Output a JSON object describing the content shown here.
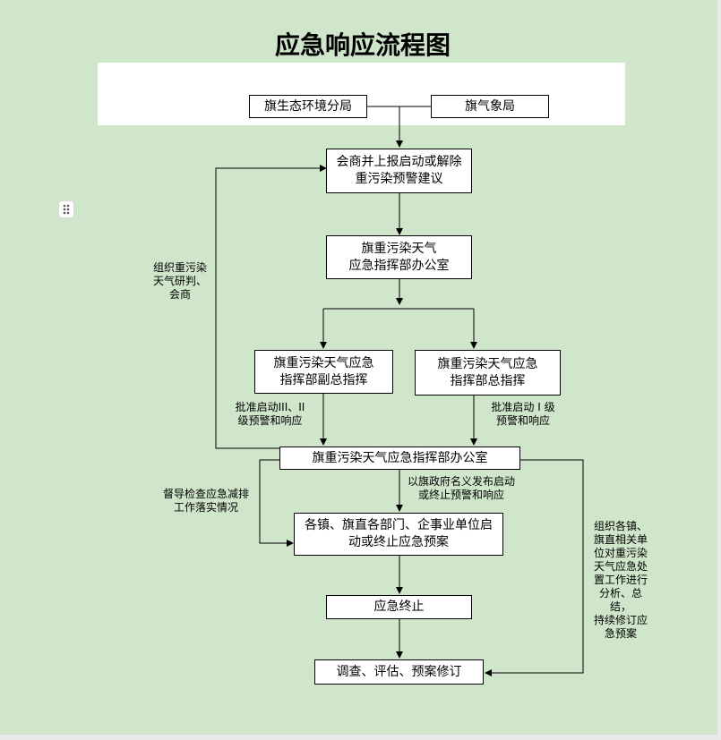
{
  "title": "应急响应流程图",
  "nodes": {
    "eco_bureau": "旗生态环境分局",
    "weather_bureau": "旗气象局",
    "consult": "会商并上报启动或解除\n重污染预警建议",
    "command_office_1": "旗重污染天气\n应急指挥部办公室",
    "deputy_commander": "旗重污染天气应急\n指挥部副总指挥",
    "commander": "旗重污染天气应急\n指挥部总指挥",
    "command_office_2": "旗重污染天气应急指挥部办公室",
    "units_start": "各镇、旗直各部门、企事业单位启\n动或终止应急预案",
    "terminate": "应急终止",
    "review": "调查、评估、预案修订"
  },
  "notes": {
    "research": "组织重污染\n天气研判、\n会商",
    "approve_level_2_3": "批准启动III、II\n级预警和响应",
    "approve_level_1": "批准启动 I 级\n预警和响应",
    "publish": "以旗政府名义发布启动\n或终止预警和响应",
    "supervise": "督导检查应急减排\n工作落实情况",
    "summary": "组织各镇、\n旗直相关单\n位对重污染\n天气应急处\n置工作进行\n分析、总结，\n持续修订应\n急预案"
  },
  "colors": {
    "background": "#cfe6cb",
    "box_fill": "#ffffff",
    "line": "#000000"
  }
}
